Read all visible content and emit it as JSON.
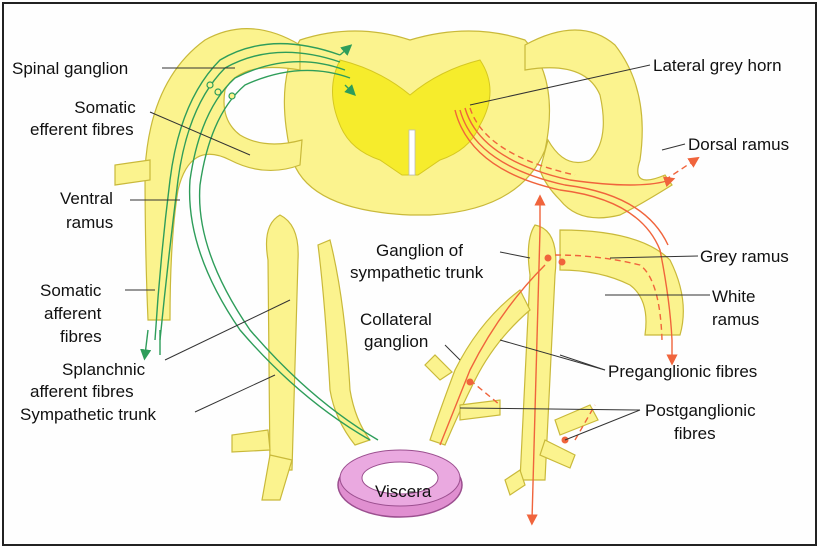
{
  "labels": {
    "spinal_ganglion": "Spinal ganglion",
    "somatic_efferent_1": "Somatic",
    "somatic_efferent_2": "efferent fibres",
    "ventral_ramus_1": "Ventral",
    "ventral_ramus_2": "ramus",
    "somatic_afferent_1": "Somatic",
    "somatic_afferent_2": "afferent",
    "somatic_afferent_3": "fibres",
    "splanchnic_1": "Splanchnic",
    "splanchnic_2": "afferent fibres",
    "sympathetic_trunk": "Sympathetic trunk",
    "lateral_grey_horn": "Lateral grey horn",
    "dorsal_ramus": "Dorsal ramus",
    "ganglion_symp_1": "Ganglion of",
    "ganglion_symp_2": "sympathetic trunk",
    "grey_ramus": "Grey ramus",
    "white_ramus_1": "White",
    "white_ramus_2": "ramus",
    "collateral_1": "Collateral",
    "collateral_2": "ganglion",
    "preganglionic": "Preganglionic fibres",
    "postganglionic_1": "Postganglionic",
    "postganglionic_2": "fibres",
    "viscera": "Viscera"
  },
  "colors": {
    "nerve_fill": "#fbf38e",
    "nerve_stroke": "#c9b93a",
    "grey_matter": "#f6ec2c",
    "somatic_fibre": "#2e9d5a",
    "autonomic_fibre": "#f0643c",
    "viscera": "#e08fd0",
    "leader_line": "#333333"
  }
}
